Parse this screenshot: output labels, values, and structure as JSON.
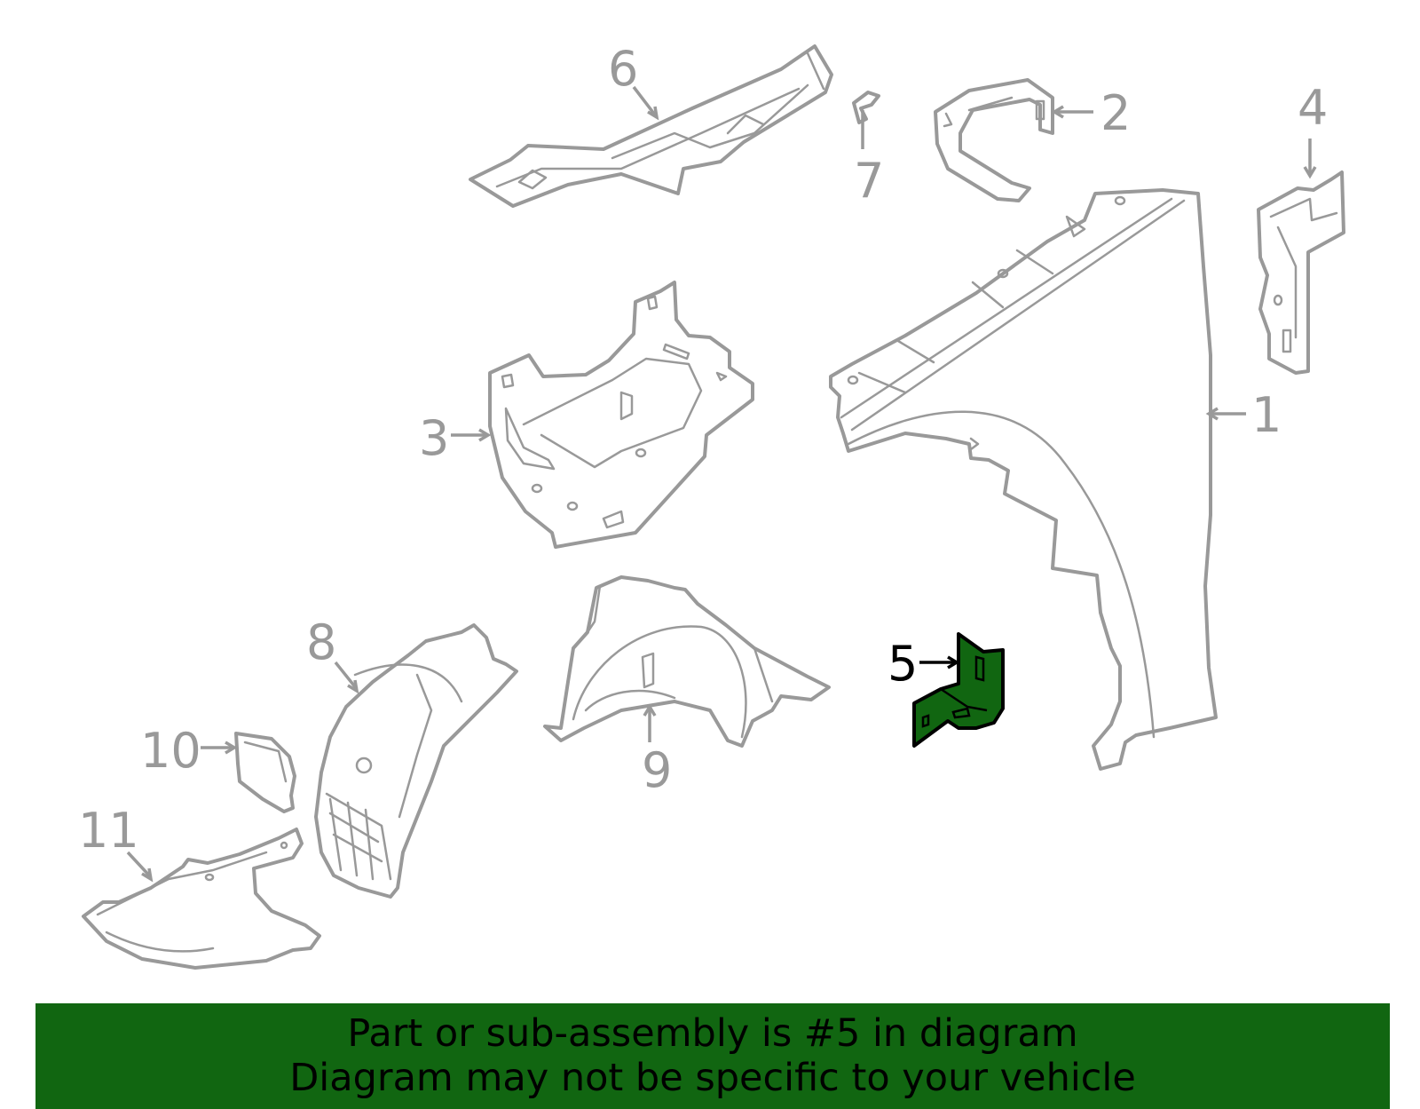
{
  "callouts": [
    "1",
    "2",
    "3",
    "4",
    "5",
    "6",
    "7",
    "8",
    "9",
    "10",
    "11"
  ],
  "highlighted_part": "5",
  "colors": {
    "highlight_fill": "#116611",
    "line_art": "#999999",
    "banner_background": "#116611",
    "banner_text": "#000000"
  },
  "banner": {
    "line1": "Part or sub-assembly is #5 in diagram",
    "line2": "Diagram may not be specific to your vehicle"
  }
}
